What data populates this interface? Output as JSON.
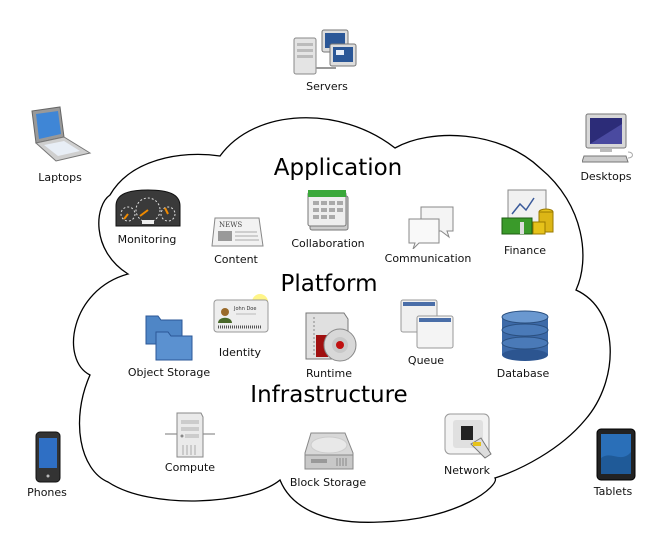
{
  "diagram": {
    "layers": {
      "application": "Application",
      "platform": "Platform",
      "infrastructure": "Infrastructure"
    },
    "clients": {
      "servers": "Servers",
      "laptops": "Laptops",
      "desktops": "Desktops",
      "phones": "Phones",
      "tablets": "Tablets"
    },
    "application": {
      "monitoring": "Monitoring",
      "content": "Content",
      "collaboration": "Collaboration",
      "communication": "Communication",
      "finance": "Finance",
      "news_text": "NEWS"
    },
    "platform": {
      "object_storage": "Object Storage",
      "identity": "Identity",
      "runtime": "Runtime",
      "queue": "Queue",
      "database": "Database",
      "id_card_name": "John Doe"
    },
    "infrastructure": {
      "compute": "Compute",
      "block_storage": "Block Storage",
      "network": "Network"
    }
  }
}
